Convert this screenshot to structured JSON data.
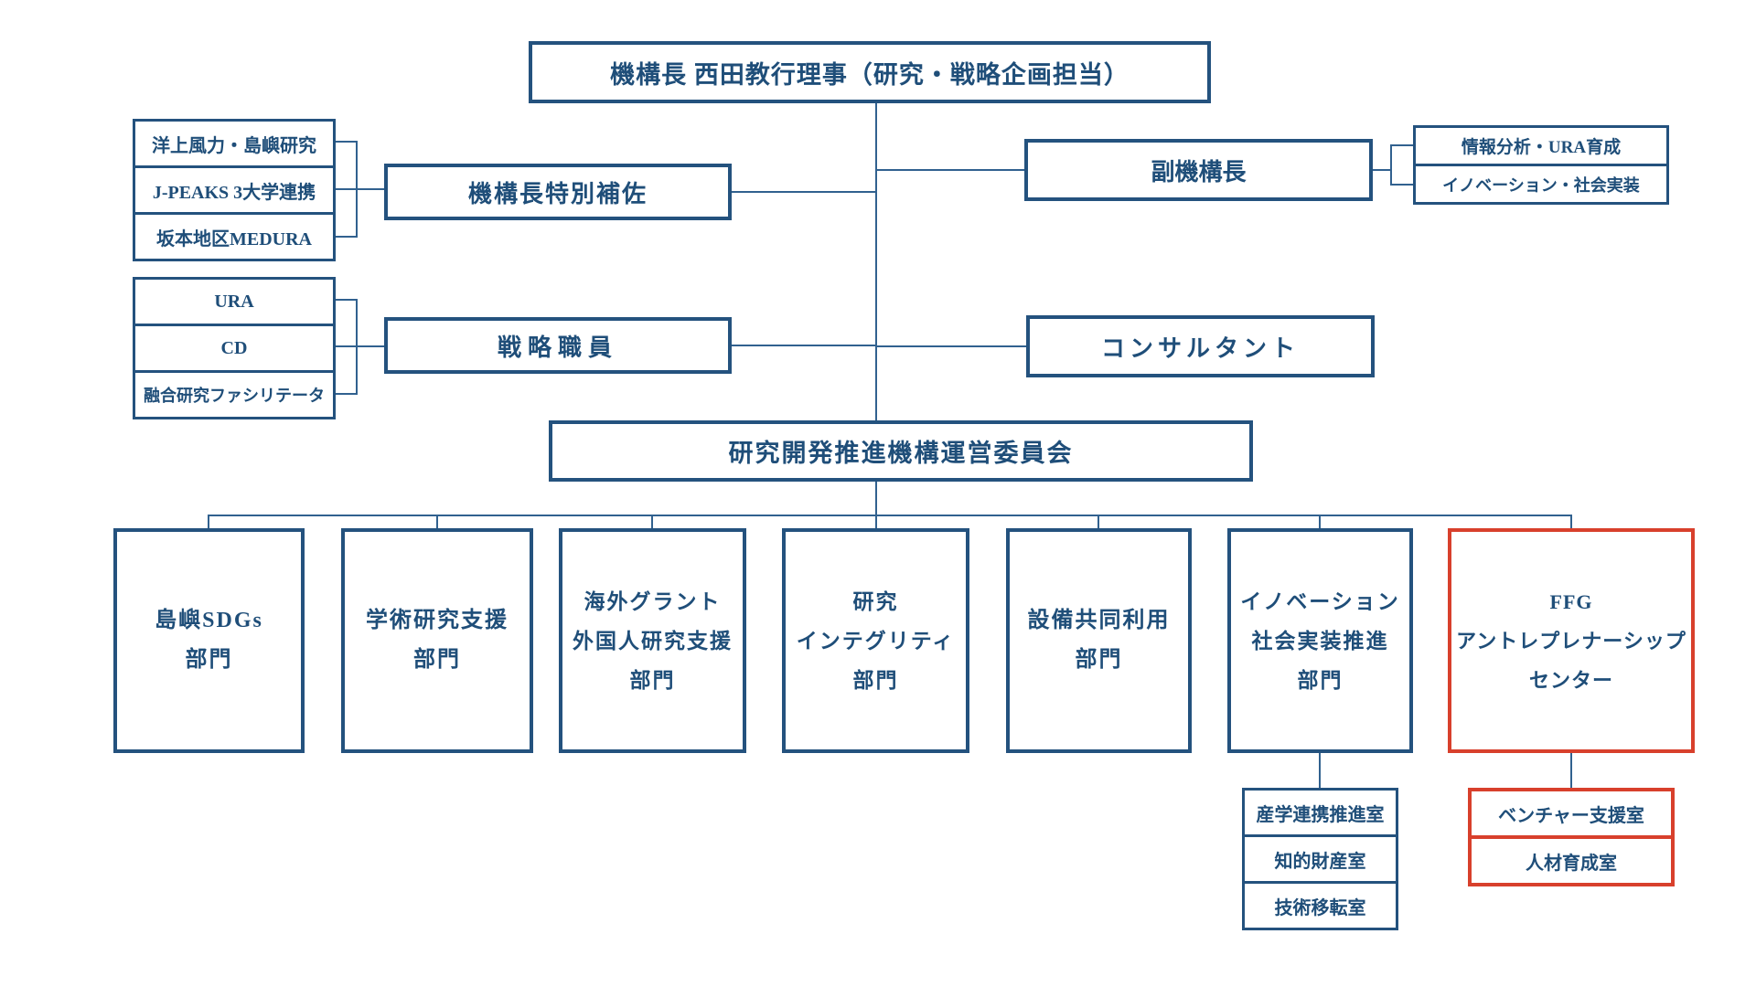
{
  "colors": {
    "navy": "#1f4e79",
    "red": "#d8402c",
    "connector": "#31618f",
    "background": "#ffffff"
  },
  "org": {
    "root": {
      "label": "機構長 西田教行理事（研究・戦略企画担当）"
    },
    "special_advisor": {
      "label": "機構長特別補佐",
      "topics": [
        {
          "label": "洋上風力・島嶼研究"
        },
        {
          "label": "J-PEAKS 3大学連携"
        },
        {
          "label": "坂本地区MEDURA"
        }
      ]
    },
    "deputy": {
      "label": "副機構長",
      "topics": [
        {
          "label": "情報分析・URA育成"
        },
        {
          "label": "イノベーション・社会実装"
        }
      ]
    },
    "strategic_staff": {
      "label": "戦略職員",
      "roles": [
        {
          "label": "URA"
        },
        {
          "label": "CD"
        },
        {
          "label": "融合研究ファシリテータ"
        }
      ]
    },
    "consultant": {
      "label": "コンサルタント"
    },
    "committee": {
      "label": "研究開発推進機構運営委員会"
    },
    "departments": [
      {
        "lines": [
          "島嶼SDGs",
          "部門"
        ]
      },
      {
        "lines": [
          "学術研究支援",
          "部門"
        ]
      },
      {
        "lines": [
          "海外グラント",
          "外国人研究支援",
          "部門"
        ]
      },
      {
        "lines": [
          "研究",
          "インテグリティ",
          "部門"
        ]
      },
      {
        "lines": [
          "設備共同利用",
          "部門"
        ]
      },
      {
        "lines": [
          "イノベーション",
          "社会実装推進",
          "部門"
        ]
      },
      {
        "lines": [
          "FFG",
          "アントレプレナーシップ",
          "センター"
        ]
      }
    ],
    "innovation_offices": [
      {
        "label": "産学連携推進室"
      },
      {
        "label": "知的財産室"
      },
      {
        "label": "技術移転室"
      }
    ],
    "ffg_offices": [
      {
        "label": "ベンチャー支援室"
      },
      {
        "label": "人材育成室"
      }
    ]
  }
}
